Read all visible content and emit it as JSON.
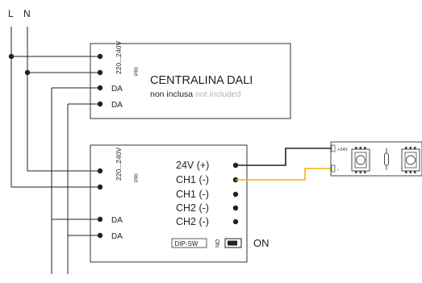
{
  "diagram": {
    "lines": {
      "l": "L",
      "n": "N"
    },
    "controller": {
      "title": "CENTRALINA DALI",
      "note_it": "non inclusa",
      "note_en": "not included",
      "voltage": "220...240V",
      "pri": "PRI",
      "da1": "DA",
      "da2": "DA"
    },
    "driver": {
      "voltage": "220...240V",
      "pri": "PRI",
      "da1": "DA",
      "da2": "DA",
      "outputs": [
        "24V (+)",
        "CH1 (-)",
        "CH1 (-)",
        "CH2 (-)",
        "CH2 (-)"
      ],
      "dip": "DIP-SW",
      "no": "NO",
      "on": "ON"
    },
    "strip": {
      "plus": "+24V",
      "minus": "-"
    },
    "colors": {
      "wire": "#222222",
      "ch1_wire": "#f5b400",
      "box": "#333333",
      "muted": "#b5b5b5"
    }
  }
}
